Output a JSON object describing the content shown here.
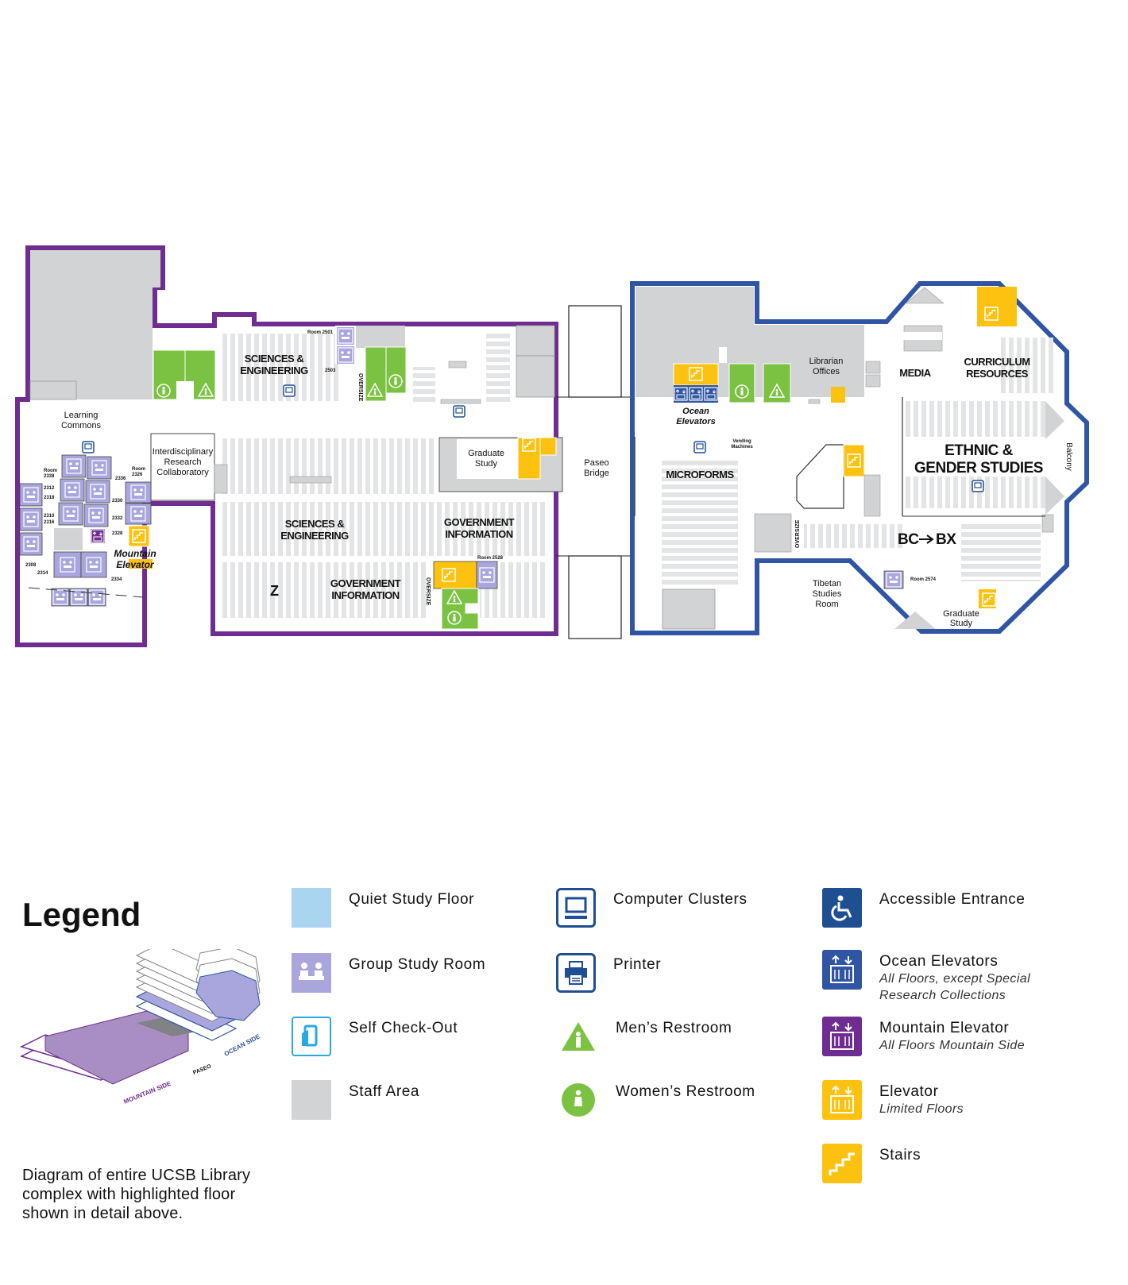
{
  "colors": {
    "mountain_side": "#6f2c91",
    "ocean_side": "#2f55a4",
    "staff_area": "#d1d3d4",
    "group_study": "#a9a6dd",
    "restroom_green": "#7cc242",
    "stairs_yellow": "#fdc20f",
    "shelving": "#e6e7e8",
    "quiet_study": "#a9d5f0",
    "navy_icon": "#1d4f91"
  },
  "map": {
    "labels": {
      "learning_commons": [
        "Learning",
        "Commons"
      ],
      "interdisciplinary": [
        "Interdisciplinary",
        "Research",
        "Collaboratory"
      ],
      "sci_eng_top": [
        "SCIENCES &",
        "ENGINEERING"
      ],
      "sci_eng_mid": [
        "SCIENCES &",
        "ENGINEERING"
      ],
      "gov_info_mid": [
        "GOVERNMENT",
        "INFORMATION"
      ],
      "gov_info_low": [
        "GOVERNMENT",
        "INFORMATION"
      ],
      "z": "Z",
      "graduate_study": [
        "Graduate",
        "Study"
      ],
      "paseo_bridge": [
        "Paseo",
        "Bridge"
      ],
      "ocean_elevators": [
        "Ocean",
        "Elevators"
      ],
      "librarian_offices": [
        "Librarian",
        "Offices"
      ],
      "microforms": "MICROFORMS",
      "vending": [
        "Vending",
        "Machines"
      ],
      "media": "MEDIA",
      "curriculum": [
        "CURRICULUM",
        "RESOURCES"
      ],
      "ethnic": [
        "ETHNIC &",
        "GENDER STUDIES"
      ],
      "balcony": "Balcony",
      "bc_bx": "BC",
      "bx": "BX",
      "tibetan": [
        "Tibetan",
        "Studies",
        "Room"
      ],
      "graduate_study_2": [
        "Graduate",
        "Study"
      ],
      "mountain_elevator": [
        "Mountain",
        "Elevator"
      ],
      "oversize": "OVERSIZE",
      "room_2501": "Room 2501",
      "room_2503": "2503",
      "room_2528": "Room 2528",
      "room_2574": "Room 2574",
      "room_2338": [
        "Room",
        "2338"
      ],
      "room_2326": [
        "Room",
        "2326"
      ],
      "room_2336": "2336",
      "room_2312": "2312",
      "room_2318": "2318",
      "room_2330": "2330",
      "room_2310": "2310",
      "room_2316": "2316",
      "room_2332": "2332",
      "room_2328": "2328",
      "room_2308": "2308",
      "room_2314": "2314",
      "room_2334": "2334"
    }
  },
  "legend": {
    "title": "Legend",
    "items": [
      {
        "key": "quiet",
        "label": "Quiet Study Floor",
        "icon": "quiet-study-swatch"
      },
      {
        "key": "group",
        "label": "Group Study Room",
        "icon": "group-study-icon"
      },
      {
        "key": "selfcheck",
        "label": "Self Check-Out",
        "icon": "self-checkout-icon"
      },
      {
        "key": "staff",
        "label": "Staff Area",
        "icon": "staff-area-swatch"
      },
      {
        "key": "computer",
        "label": "Computer Clusters",
        "icon": "computer-icon"
      },
      {
        "key": "printer",
        "label": "Printer",
        "icon": "printer-icon"
      },
      {
        "key": "mens",
        "label": "Men’s Restroom",
        "icon": "mens-restroom-icon"
      },
      {
        "key": "womens",
        "label": "Women’s Restroom",
        "icon": "womens-restroom-icon"
      },
      {
        "key": "accessible",
        "label": "Accessible Entrance",
        "icon": "accessible-icon"
      },
      {
        "key": "ocean_elev",
        "label": "Ocean Elevators",
        "sub": "All Floors, except Special Research Collections",
        "icon": "elevator-icon"
      },
      {
        "key": "mountain_elev",
        "label": "Mountain Elevator",
        "sub": "All Floors Mountain Side",
        "icon": "elevator-icon"
      },
      {
        "key": "elevator",
        "label": "Elevator",
        "sub": "Limited Floors",
        "icon": "elevator-icon"
      },
      {
        "key": "stairs",
        "label": "Stairs",
        "icon": "stairs-icon"
      }
    ],
    "caption": "Diagram of entire UCSB Library complex with highlighted floor shown in detail above.",
    "diagram_labels": {
      "ocean_side": "OCEAN SIDE",
      "mountain_side": "MOUNTAIN SIDE",
      "paseo": "PASEO"
    }
  }
}
